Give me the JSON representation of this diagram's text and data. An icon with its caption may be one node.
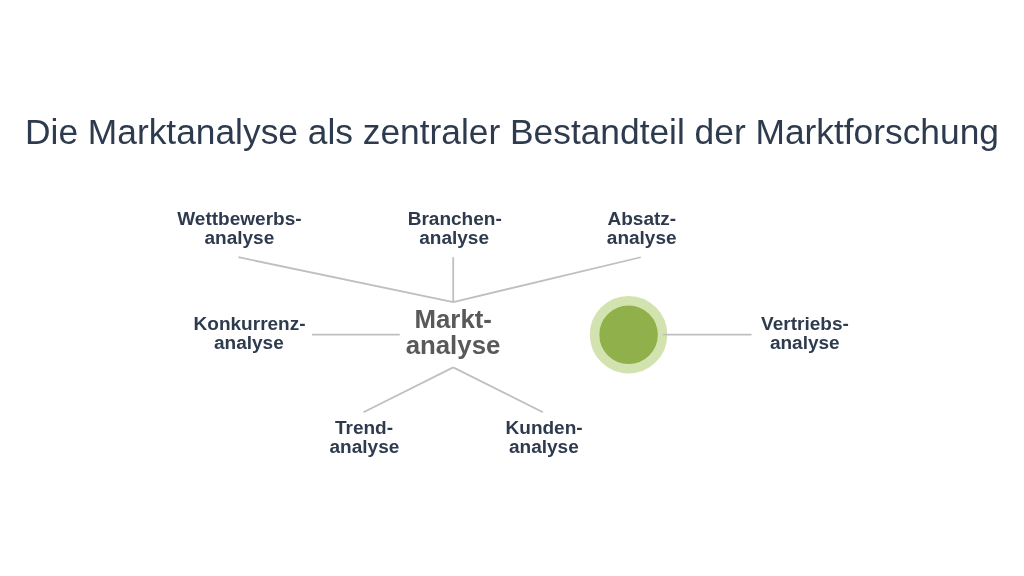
{
  "diagram": {
    "title": "Die Marktanalyse als zentraler Bestandteil der Marktforschung",
    "nodes": [
      {
        "text": [
          "Wettbewerbs- analyse"
        ]
      },
      {
        "text": [
          "Branchen- analyse"
        ]
      },
      {
        "text": [
          "Absatz- analyse"
        ]
      },
      {
        "text": [
          "Konkurrenz- analyse"
        ]
      },
      {
        "text": [
          "Markt- analyse"
        ]
      },
      {
        "text": [],
        "shape": "circle"
      },
      {
        "text": [
          "Vertriebs- analyse"
        ]
      },
      {
        "text": [
          "Trend- analyse"
        ]
      },
      {
        "text": [
          "Kunden- analyse"
        ]
      }
    ],
    "edges": [
      {
        "from": 0,
        "to": 4,
        "arrow": "none"
      },
      {
        "from": 1,
        "to": 4,
        "arrow": "none"
      },
      {
        "from": 2,
        "to": 4,
        "arrow": "none"
      },
      {
        "from": 3,
        "to": 4,
        "arrow": "none"
      },
      {
        "from": 5,
        "to": 6,
        "arrow": "none"
      },
      {
        "from": 4,
        "to": 7,
        "arrow": "none"
      },
      {
        "from": 4,
        "to": 8,
        "arrow": "none"
      }
    ]
  }
}
